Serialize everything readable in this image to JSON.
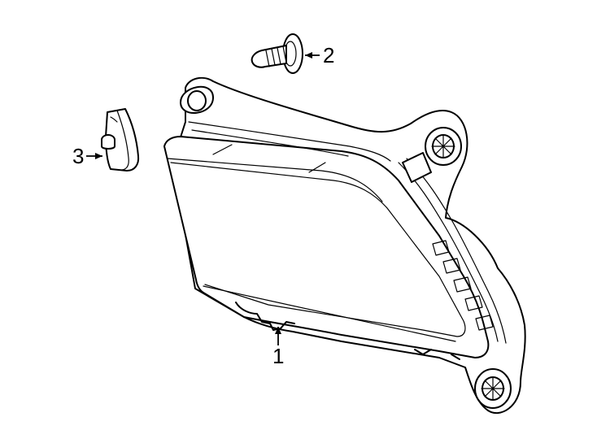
{
  "callouts": {
    "c1": "1",
    "c2": "2",
    "c3": "3"
  },
  "parts": [
    {
      "number": "1",
      "icon": "fog-lamp-assembly-icon"
    },
    {
      "number": "2",
      "icon": "mounting-screw-icon"
    },
    {
      "number": "3",
      "icon": "u-nut-clip-icon"
    }
  ],
  "colors": {
    "line": "#000000",
    "background": "#ffffff"
  }
}
